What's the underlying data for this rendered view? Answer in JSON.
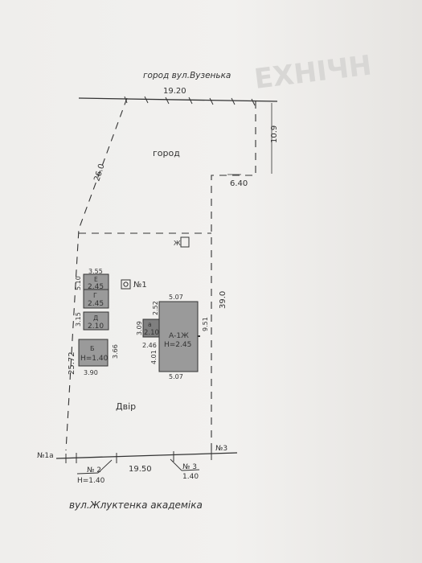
{
  "plan": {
    "top_street": "город вул.Вузенька",
    "bottom_street": "вул.Жлуктенка академіка",
    "garden_label": "город",
    "yard_label": "Двір",
    "dims": {
      "top_width": "19.20",
      "right_upper": "10.9",
      "step_width": "6.40",
      "left_diag": "26.0",
      "right_main": "39.0",
      "left_lower": "25.72",
      "bottom_mid": "19.50",
      "gate3_width": "1.40"
    },
    "well": {
      "label": "№1"
    },
    "gates": {
      "gate1a": "№1а",
      "gate2": "№ 2",
      "gate2_h": "H=1.40",
      "gate3_top": "№3",
      "gate3": "№ 3"
    },
    "buildings": {
      "e": {
        "letter": "Е",
        "height": "2.45",
        "width": "3.55",
        "length": "5.10"
      },
      "g": {
        "letter": "Г",
        "height": "2.45"
      },
      "d": {
        "letter": "Д",
        "height": "2.10",
        "length": "3.15"
      },
      "b": {
        "letter": "Б",
        "height": "H=1.40",
        "width": "3.90",
        "length": "3.66"
      },
      "a": {
        "letter": "а",
        "height": "2.10",
        "left_len": "3.09",
        "top_len": "2.52",
        "width": "2.46"
      },
      "a1": {
        "letter": "А-1Ж",
        "height": "H=2.45",
        "width_top": "5.07",
        "width_bottom": "5.07",
        "length": "9.51",
        "left_len": "4.01"
      }
    },
    "toilet_label": "Ж",
    "watermark": "ЕХНІЧН"
  }
}
